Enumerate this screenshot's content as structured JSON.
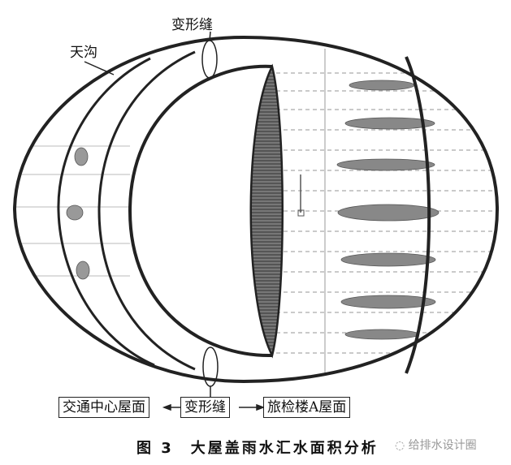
{
  "labels": {
    "gutter": "天沟",
    "joint_top": "变形缝"
  },
  "legend": {
    "left": "交通中心屋面",
    "center": "变形缝",
    "right": "旅检楼A屋面"
  },
  "caption": "图 3　大屋盖雨水汇水面积分析",
  "watermark": "给排水设计圈",
  "colors": {
    "line": "#222222",
    "fill_gray": "#8a8a8a",
    "dash": "#999999"
  }
}
